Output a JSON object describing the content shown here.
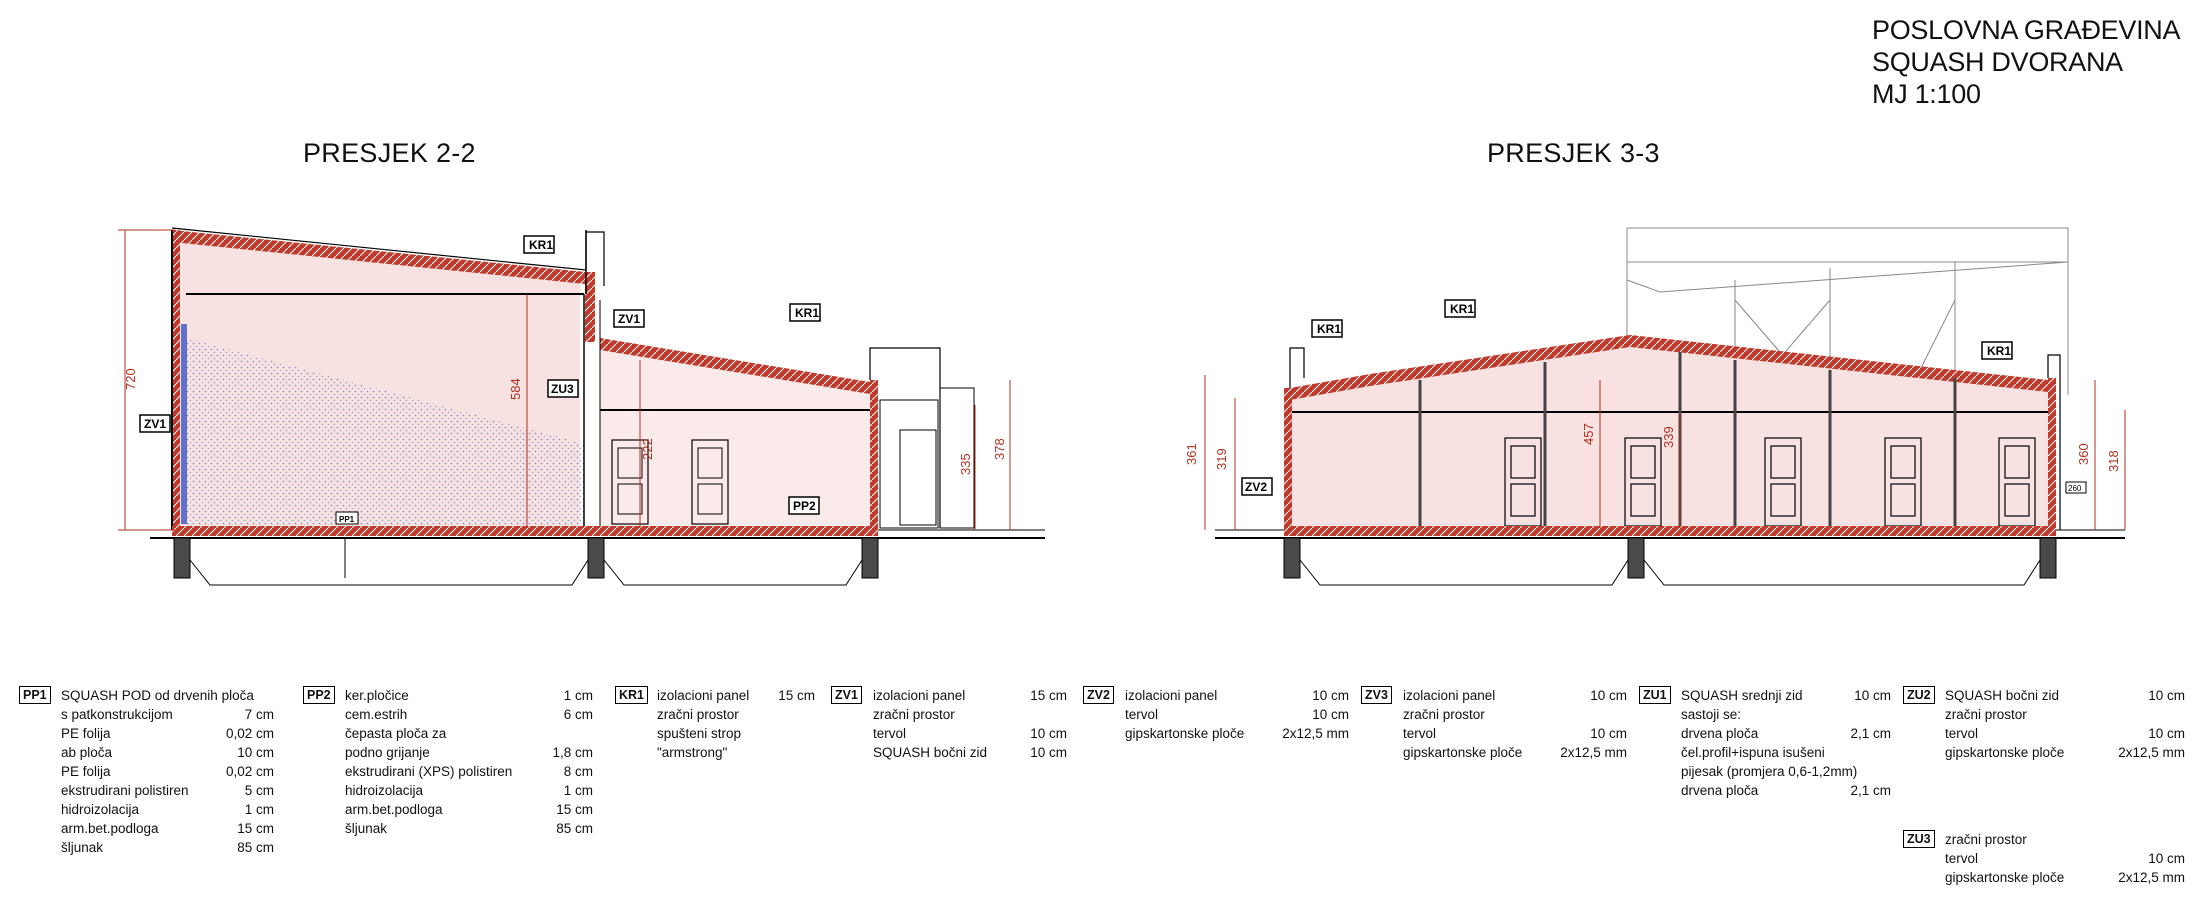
{
  "title": {
    "line1": "POSLOVNA GRAĐEVINA",
    "line2": "SQUASH DVORANA",
    "line3": "MJ 1:100"
  },
  "sections": {
    "left_title": "PRESJEK  2-2",
    "right_title": "PRESJEK  3-3"
  },
  "tags": {
    "kr1": "KR1",
    "zv1": "ZV1",
    "zv2": "ZV2",
    "zu3": "ZU3",
    "pp2": "PP2",
    "pp1": "PP1"
  },
  "dims_left": {
    "d720": "720",
    "d584": "584",
    "d335": "335",
    "d378": "378",
    "d222": "222"
  },
  "dims_right": {
    "d361": "361",
    "d319": "319",
    "d457": "457",
    "d339": "339",
    "d360": "360",
    "d318": "318",
    "d260": "260"
  },
  "legend": {
    "pp1": {
      "code": "PP1",
      "rows": [
        [
          "SQUASH POD od drvenih ploča",
          ""
        ],
        [
          "s patkonstrukcijom",
          "7 cm"
        ],
        [
          "PE folija",
          "0,02 cm"
        ],
        [
          "ab ploča",
          "10 cm"
        ],
        [
          "PE folija",
          "0,02 cm"
        ],
        [
          "ekstrudirani polistiren",
          "5 cm"
        ],
        [
          "hidroizolacija",
          "1 cm"
        ],
        [
          "arm.bet.podloga",
          "15 cm"
        ],
        [
          "šljunak",
          "85 cm"
        ]
      ]
    },
    "pp2": {
      "code": "PP2",
      "rows": [
        [
          "ker.pločice",
          "1 cm"
        ],
        [
          "cem.estrih",
          "6 cm"
        ],
        [
          "čepasta ploča za",
          ""
        ],
        [
          "podno grijanje",
          "1,8 cm"
        ],
        [
          "ekstrudirani (XPS) polistiren",
          "8 cm"
        ],
        [
          "hidroizolacija",
          "1 cm"
        ],
        [
          "arm.bet.podloga",
          "15 cm"
        ],
        [
          "šljunak",
          "85 cm"
        ]
      ]
    },
    "kr1": {
      "code": "KR1",
      "rows": [
        [
          "izolacioni panel",
          "15 cm"
        ],
        [
          "zračni prostor",
          ""
        ],
        [
          "spušteni strop",
          ""
        ],
        [
          "\"armstrong\"",
          ""
        ]
      ]
    },
    "zv1": {
      "code": "ZV1",
      "rows": [
        [
          "izolacioni panel",
          "15 cm"
        ],
        [
          "zračni prostor",
          ""
        ],
        [
          "tervol",
          "10 cm"
        ],
        [
          "SQUASH bočni zid",
          "10 cm"
        ]
      ]
    },
    "zv2": {
      "code": "ZV2",
      "rows": [
        [
          "izolacioni panel",
          "10 cm"
        ],
        [
          "tervol",
          "10 cm"
        ],
        [
          "gipskartonske ploče",
          "2x12,5 mm"
        ]
      ]
    },
    "zv3": {
      "code": "ZV3",
      "rows": [
        [
          "izolacioni panel",
          "10 cm"
        ],
        [
          "zračni prostor",
          ""
        ],
        [
          "tervol",
          "10 cm"
        ],
        [
          "gipskartonske ploče",
          "2x12,5 mm"
        ]
      ]
    },
    "zu1": {
      "code": "ZU1",
      "rows": [
        [
          "SQUASH srednji zid",
          "10 cm"
        ],
        [
          "sastoji se:",
          ""
        ],
        [
          "drvena ploča",
          "2,1 cm"
        ],
        [
          "čel.profil+ispuna isušeni",
          ""
        ],
        [
          "pijesak (promjera 0,6-1,2mm)",
          ""
        ],
        [
          "drvena ploča",
          "2,1 cm"
        ]
      ]
    },
    "zu2": {
      "code": "ZU2",
      "rows": [
        [
          "SQUASH bočni zid",
          "10 cm"
        ],
        [
          "zračni prostor",
          ""
        ],
        [
          "tervol",
          "10 cm"
        ],
        [
          "gipskartonske ploče",
          "2x12,5 mm"
        ]
      ]
    },
    "zu3": {
      "code": "ZU3",
      "rows": [
        [
          "zračni prostor",
          ""
        ],
        [
          "tervol",
          "10 cm"
        ],
        [
          "gipskartonske ploče",
          "2x12,5 mm"
        ]
      ]
    }
  },
  "colors": {
    "accent_red": "#c0392b",
    "fill_pink": "#f7e1e1",
    "hatch_blue": "#3a55c8"
  }
}
